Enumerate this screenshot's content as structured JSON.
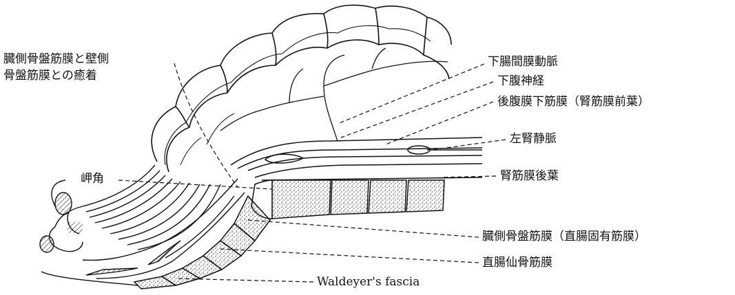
{
  "labels": {
    "fusion_line1": "臓側骨盤筋膜と壁側",
    "fusion_line2": "骨盤筋膜との癒着",
    "ima": "下腸間膜動脈",
    "hypogastric_nerve": "下腹神経",
    "retroperitoneal_fascia": "後腹膜下筋膜（腎筋膜前葉）",
    "left_renal_vein": "左腎静脈",
    "renal_fascia_posterior": "腎筋膜後葉",
    "promontory": "岬角",
    "visceral_pelvic_fascia": "臓側骨盤筋膜（直腸固有筋膜）",
    "rectosacral_fascia": "直腸仙骨筋膜",
    "waldeyer": "Waldeyer's fascia"
  },
  "colors": {
    "ink": "#111111",
    "stipple": "#555555",
    "background": "#ffffff"
  }
}
